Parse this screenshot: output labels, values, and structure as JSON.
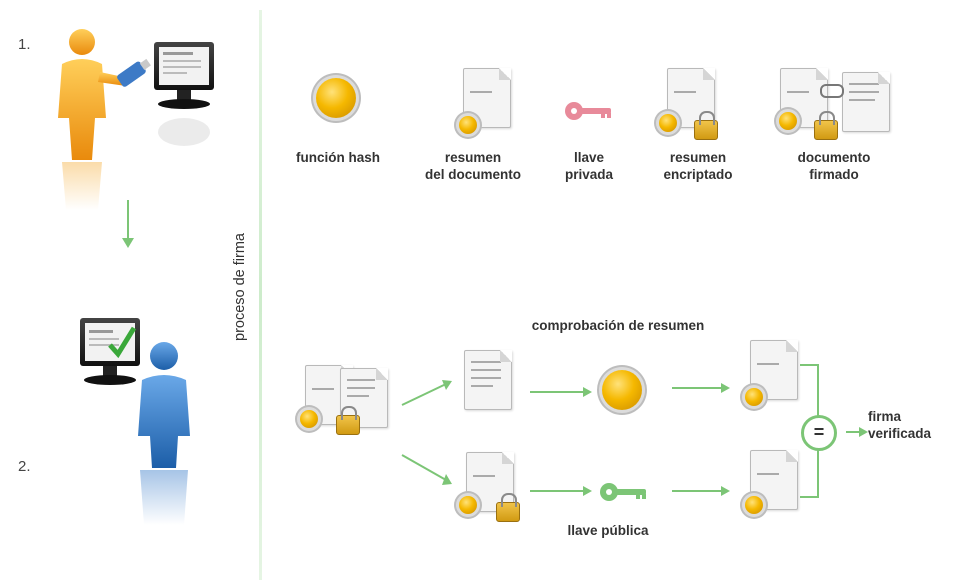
{
  "steps": {
    "step1": "1.",
    "step2": "2."
  },
  "process_label": "proceso de firma",
  "signing": {
    "hash": "función hash",
    "digest_l1": "resumen",
    "digest_l2": "del documento",
    "privkey_l1": "llave",
    "privkey_l2": "privada",
    "encrypted_l1": "resumen",
    "encrypted_l2": "encriptado",
    "signed_l1": "documento",
    "signed_l2": "firmado"
  },
  "verification": {
    "title": "comprobación de resumen",
    "public_key": "llave pública",
    "equals": "=",
    "result_l1": "firma",
    "result_l2": "verificada"
  },
  "colors": {
    "arrow": "#7cc576",
    "person1": "#f0a020",
    "person2": "#2a6fb8",
    "private_key": "#e88a9a",
    "public_key": "#7cc576"
  },
  "icons": [
    "person-icon",
    "usb-drive-icon",
    "monitor-icon",
    "gear-icon",
    "document-icon",
    "key-icon",
    "lock-icon"
  ]
}
